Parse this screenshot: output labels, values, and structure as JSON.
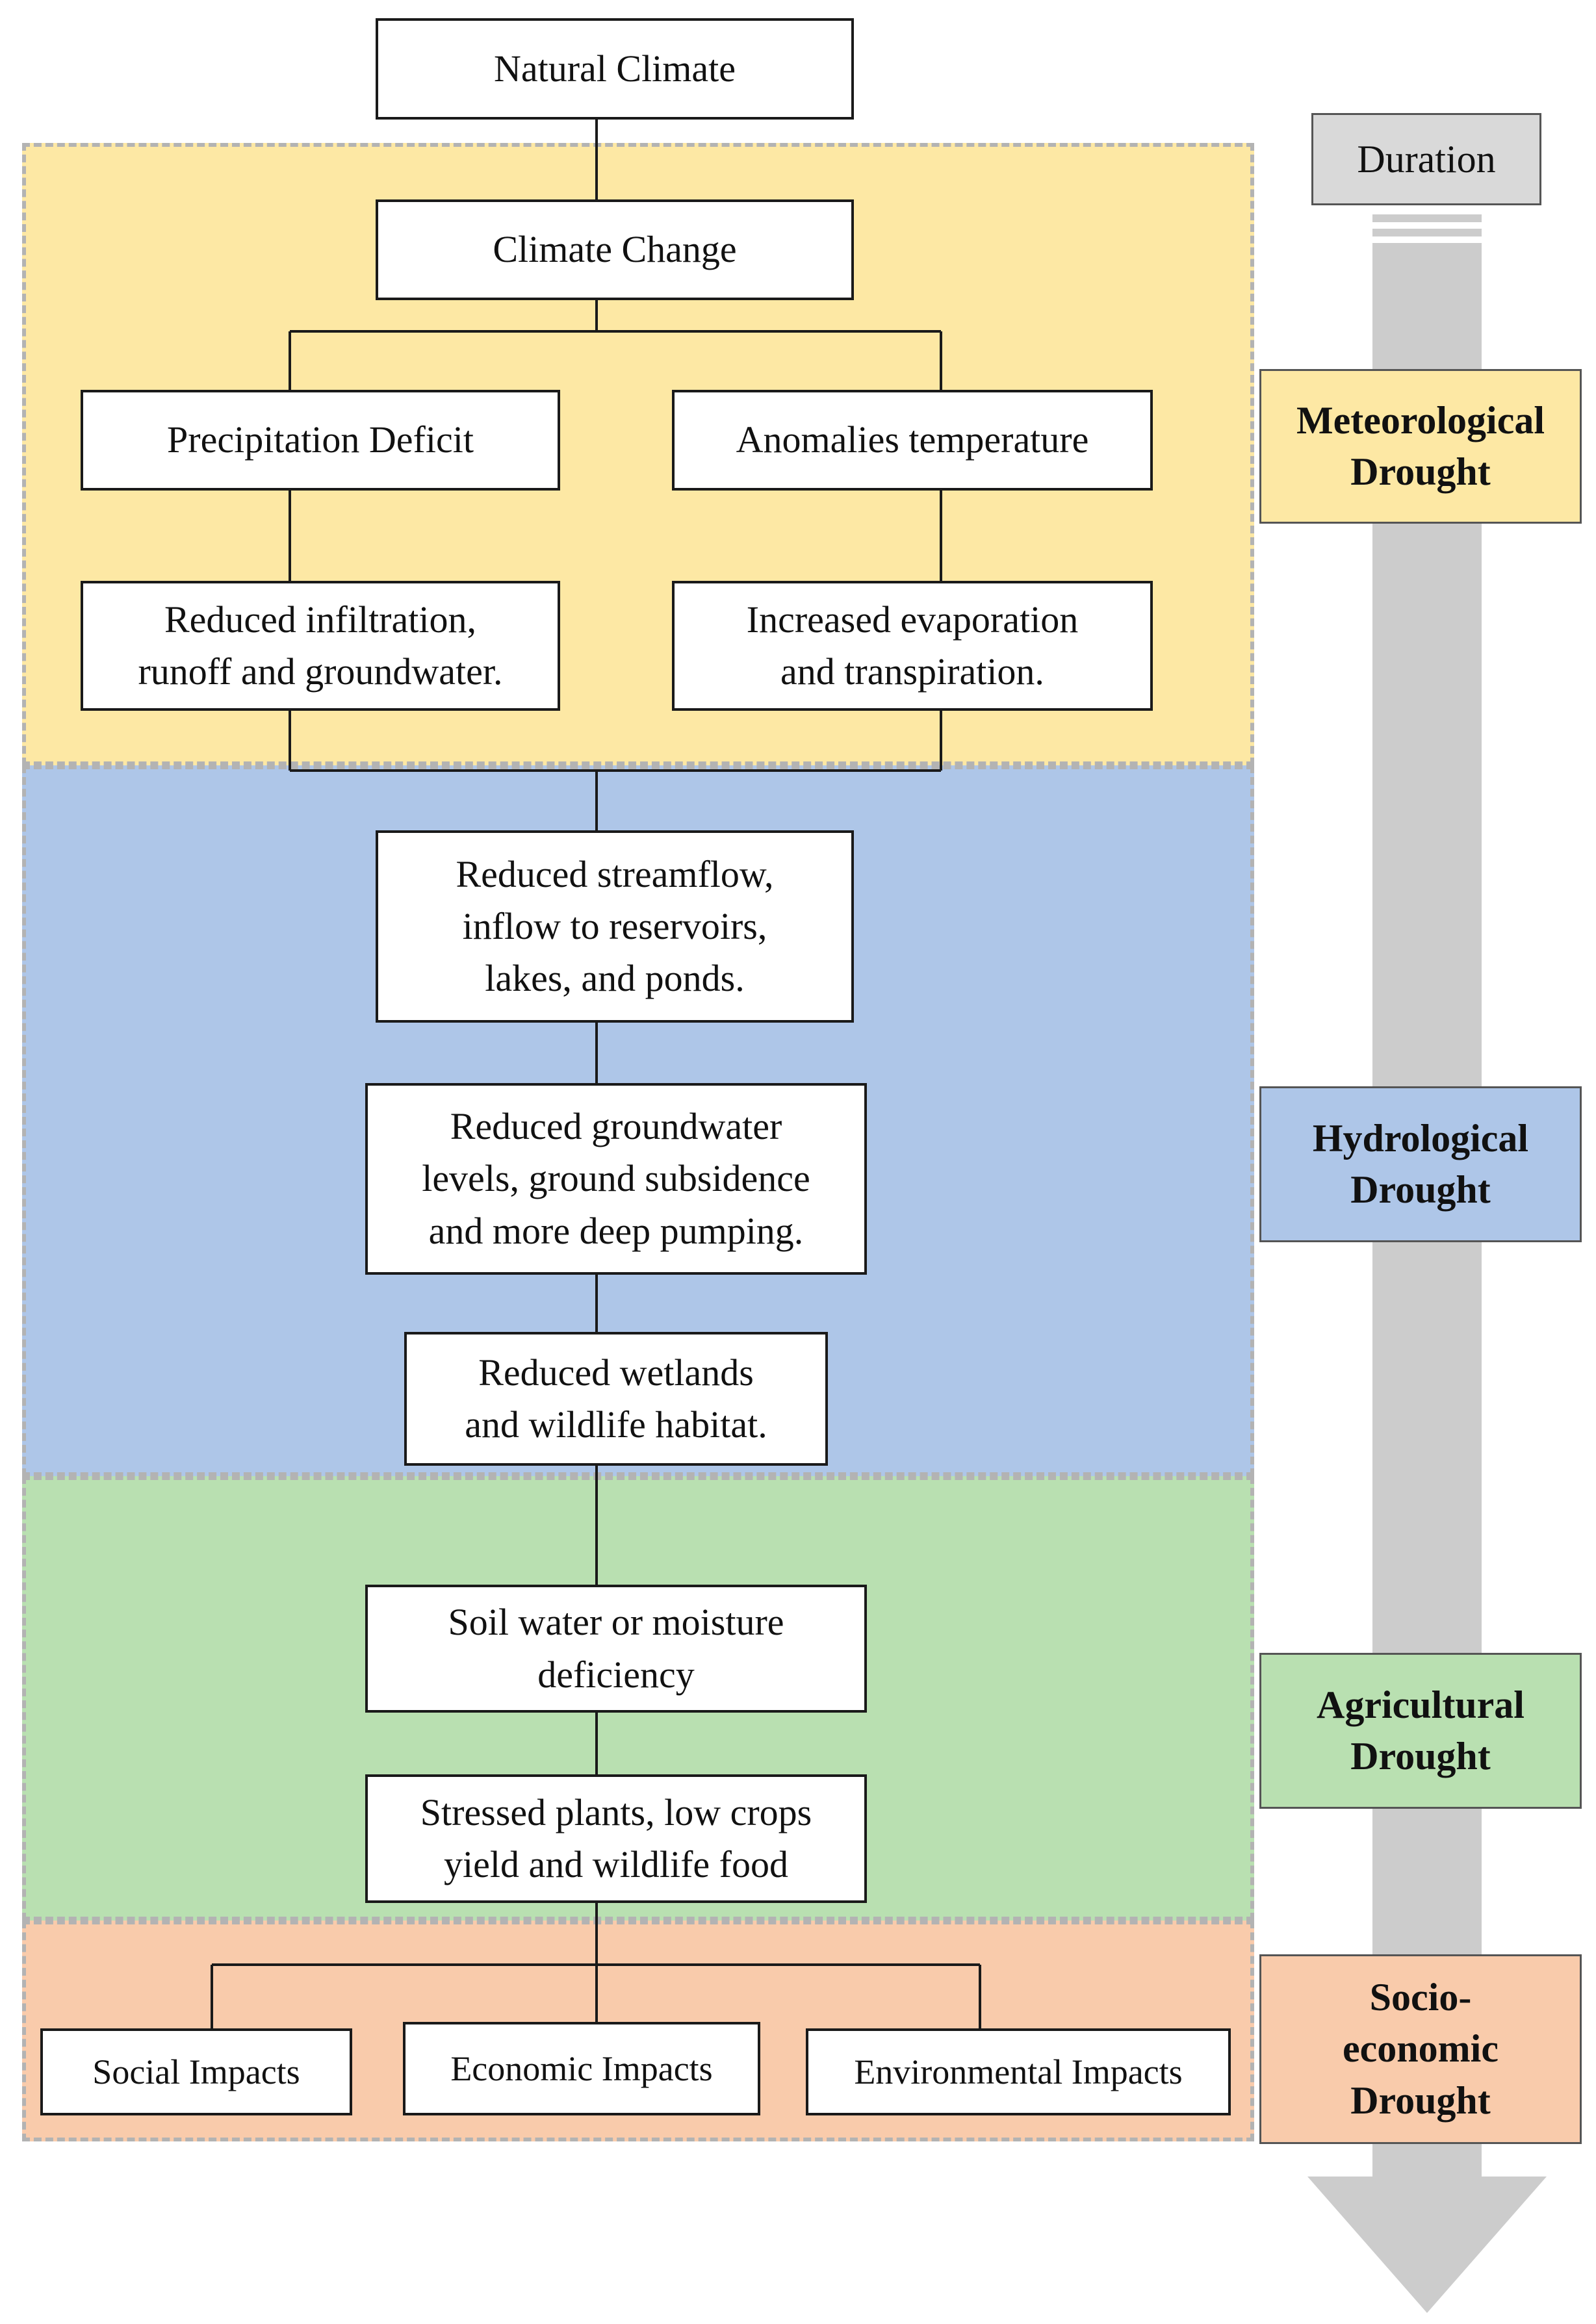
{
  "bands": [
    {
      "id": "meteorological",
      "color": "#fde8a4"
    },
    {
      "id": "hydrological",
      "color": "#aec6e8"
    },
    {
      "id": "agricultural",
      "color": "#b9e0b1"
    },
    {
      "id": "socioeconomic",
      "color": "#f9cbab"
    }
  ],
  "duration_label": "Duration",
  "nodes": {
    "natural_climate": "Natural Climate",
    "climate_change": "Climate Change",
    "precipitation_deficit": "Precipitation Deficit",
    "anomalies_temperature": "Anomalies temperature",
    "reduced_infiltration": "Reduced infiltration,\nrunoff and groundwater.",
    "increased_evaporation": "Increased evaporation\nand transpiration.",
    "reduced_streamflow": "Reduced streamflow,\ninflow to reservoirs,\nlakes, and ponds.",
    "reduced_groundwater": "Reduced groundwater\nlevels, ground subsidence\nand more deep pumping.",
    "reduced_wetlands": "Reduced wetlands\nand wildlife habitat.",
    "soil_water": "Soil water or moisture\ndeficiency",
    "stressed_plants": "Stressed plants, low crops\nyield and wildlife food",
    "social_impacts": "Social Impacts",
    "economic_impacts": "Economic Impacts",
    "environmental_impacts": "Environmental Impacts"
  },
  "drought_labels": {
    "meteorological": "Meteorological\nDrought",
    "hydrological": "Hydrological\nDrought",
    "agricultural": "Agricultural\nDrought",
    "socioeconomic": "Socio-\neconomic\nDrought"
  },
  "colors": {
    "meteorological": "#fde8a4",
    "hydrological": "#aec6e8",
    "agricultural": "#b9e0b1",
    "socioeconomic": "#f9cbab",
    "duration_box": "#d9d9d9",
    "duration_arrow": "#cccccc",
    "line": "#1a1a1a"
  }
}
